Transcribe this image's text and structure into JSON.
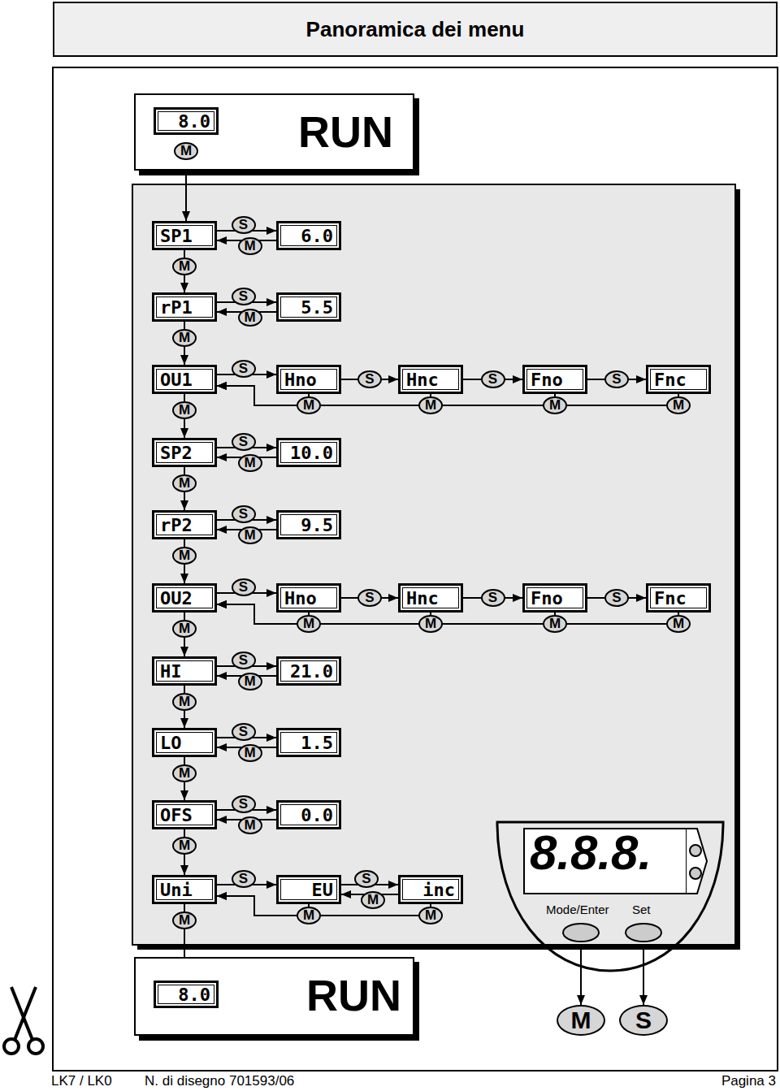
{
  "diagram": {
    "title": "Panoramica dei menu",
    "nodes": [
      {
        "text": [
          "Panoramica dei menu"
        ]
      },
      {
        "text": [
          "RUN"
        ]
      },
      {
        "text": [
          "8.0"
        ],
        "in": 1
      },
      {
        "text": [
          "SP1"
        ]
      },
      {
        "text": [
          "6.0"
        ]
      },
      {
        "text": [
          "rP1"
        ]
      },
      {
        "text": [
          "5.5"
        ]
      },
      {
        "text": [
          "OU1"
        ]
      },
      {
        "text": [
          "Hno"
        ]
      },
      {
        "text": [
          "Hnc"
        ]
      },
      {
        "text": [
          "Fno"
        ]
      },
      {
        "text": [
          "Fnc"
        ]
      },
      {
        "text": [
          "SP2"
        ]
      },
      {
        "text": [
          "10.0"
        ]
      },
      {
        "text": [
          "rP2"
        ]
      },
      {
        "text": [
          "9.5"
        ]
      },
      {
        "text": [
          "OU2"
        ]
      },
      {
        "text": [
          "Hno"
        ]
      },
      {
        "text": [
          "Hnc"
        ]
      },
      {
        "text": [
          "Fno"
        ]
      },
      {
        "text": [
          "Fnc"
        ]
      },
      {
        "text": [
          "HI"
        ]
      },
      {
        "text": [
          "21.0"
        ]
      },
      {
        "text": [
          "LO"
        ]
      },
      {
        "text": [
          "1.5"
        ]
      },
      {
        "text": [
          "OFS"
        ]
      },
      {
        "text": [
          "0.0"
        ]
      },
      {
        "text": [
          "Uni"
        ]
      },
      {
        "text": [
          "EU"
        ]
      },
      {
        "text": [
          "inc"
        ]
      },
      {
        "text": [
          "RUN"
        ]
      },
      {
        "text": [
          "8.0"
        ],
        "in": 30
      },
      {
        "text": [
          "8.8.8.",
          "Mode/Enter",
          "Set"
        ]
      },
      {
        "text": [
          "M"
        ]
      },
      {
        "text": [
          "S"
        ]
      }
    ],
    "edges": [
      {
        "from": 2,
        "to": 3,
        "arrow": "to",
        "label": "M"
      },
      {
        "from": 3,
        "to": 4,
        "arrow": "to",
        "label": "S"
      },
      {
        "from": 4,
        "to": 3,
        "arrow": "to",
        "label": "M"
      },
      {
        "from": 3,
        "to": 5,
        "arrow": "to",
        "label": "M"
      },
      {
        "from": 5,
        "to": 6,
        "arrow": "to",
        "label": "S"
      },
      {
        "from": 6,
        "to": 5,
        "arrow": "to",
        "label": "M"
      },
      {
        "from": 5,
        "to": 7,
        "arrow": "to",
        "label": "M"
      },
      {
        "from": 7,
        "to": 8,
        "arrow": "to",
        "label": "S"
      },
      {
        "from": 8,
        "to": 9,
        "arrow": "to",
        "label": "S"
      },
      {
        "from": 9,
        "to": 10,
        "arrow": "to",
        "label": "S"
      },
      {
        "from": 10,
        "to": 11,
        "arrow": "to",
        "label": "S"
      },
      {
        "from": 8,
        "to": 7,
        "arrow": "to",
        "label": "M"
      },
      {
        "from": 9,
        "to": 7,
        "arrow": "to",
        "label": "M"
      },
      {
        "from": 10,
        "to": 7,
        "arrow": "to",
        "label": "M"
      },
      {
        "from": 11,
        "to": 7,
        "arrow": "to",
        "label": "M"
      },
      {
        "from": 7,
        "to": 12,
        "arrow": "to",
        "label": "M"
      },
      {
        "from": 12,
        "to": 13,
        "arrow": "to",
        "label": "S"
      },
      {
        "from": 13,
        "to": 12,
        "arrow": "to",
        "label": "M"
      },
      {
        "from": 12,
        "to": 14,
        "arrow": "to",
        "label": "M"
      },
      {
        "from": 14,
        "to": 15,
        "arrow": "to",
        "label": "S"
      },
      {
        "from": 15,
        "to": 14,
        "arrow": "to",
        "label": "M"
      },
      {
        "from": 14,
        "to": 16,
        "arrow": "to",
        "label": "M"
      },
      {
        "from": 16,
        "to": 17,
        "arrow": "to",
        "label": "S"
      },
      {
        "from": 17,
        "to": 18,
        "arrow": "to",
        "label": "S"
      },
      {
        "from": 18,
        "to": 19,
        "arrow": "to",
        "label": "S"
      },
      {
        "from": 19,
        "to": 20,
        "arrow": "to",
        "label": "S"
      },
      {
        "from": 17,
        "to": 16,
        "arrow": "to",
        "label": "M"
      },
      {
        "from": 18,
        "to": 16,
        "arrow": "to",
        "label": "M"
      },
      {
        "from": 19,
        "to": 16,
        "arrow": "to",
        "label": "M"
      },
      {
        "from": 20,
        "to": 16,
        "arrow": "to",
        "label": "M"
      },
      {
        "from": 16,
        "to": 21,
        "arrow": "to",
        "label": "M"
      },
      {
        "from": 21,
        "to": 22,
        "arrow": "to",
        "label": "S"
      },
      {
        "from": 22,
        "to": 21,
        "arrow": "to",
        "label": "M"
      },
      {
        "from": 21,
        "to": 23,
        "arrow": "to",
        "label": "M"
      },
      {
        "from": 23,
        "to": 24,
        "arrow": "to",
        "label": "S"
      },
      {
        "from": 24,
        "to": 23,
        "arrow": "to",
        "label": "M"
      },
      {
        "from": 23,
        "to": 25,
        "arrow": "to",
        "label": "M"
      },
      {
        "from": 25,
        "to": 26,
        "arrow": "to",
        "label": "S"
      },
      {
        "from": 26,
        "to": 25,
        "arrow": "to",
        "label": "M"
      },
      {
        "from": 25,
        "to": 27,
        "arrow": "to",
        "label": "M"
      },
      {
        "from": 27,
        "to": 28,
        "arrow": "to",
        "label": "S"
      },
      {
        "from": 28,
        "to": 29,
        "arrow": "to",
        "label": "S"
      },
      {
        "from": 29,
        "to": 28,
        "arrow": "to",
        "label": "M"
      },
      {
        "from": 28,
        "to": 27,
        "arrow": "to",
        "label": "M"
      },
      {
        "from": 29,
        "to": 27,
        "arrow": "to",
        "label": "M"
      },
      {
        "from": 27,
        "to": 31,
        "arrow": "to",
        "label": "M"
      },
      {
        "from": 32,
        "to": 33,
        "arrow": "to"
      },
      {
        "from": 32,
        "to": 34,
        "arrow": "to"
      }
    ],
    "labels": [
      "LK7 / LK0",
      "N. di disegno 701593/06",
      "Pagina 3"
    ]
  }
}
